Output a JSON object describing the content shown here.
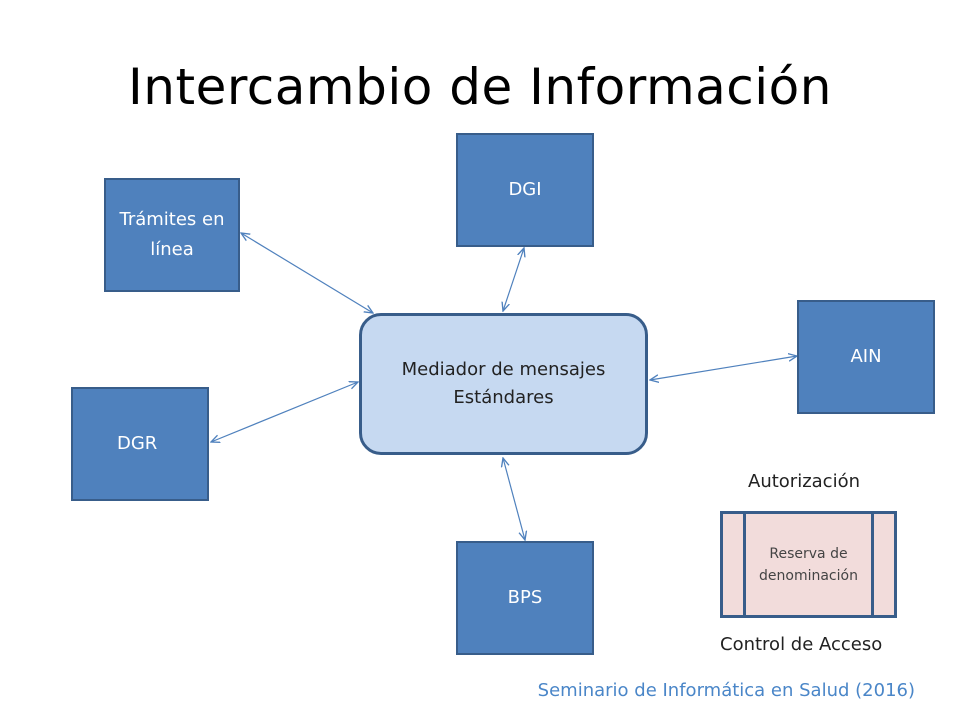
{
  "title": "Intercambio de Información",
  "hub": {
    "line1": "Mediador de mensajes",
    "line2": "Estándares"
  },
  "nodes": {
    "tramites": {
      "line1": "Trámites en",
      "line2": "línea"
    },
    "dgi": "DGI",
    "ain": "AIN",
    "dgr": "DGR",
    "bps": "BPS"
  },
  "process": {
    "top_label": "Autorización",
    "line1": "Reserva de",
    "line2": "denominación",
    "bottom_label": "Control de Acceso"
  },
  "footer": "Seminario de Informática en Salud (2016)",
  "colors": {
    "node_fill": "#4f81bd",
    "node_border": "#385d8a",
    "hub_fill": "#c6d9f1",
    "process_fill": "#f2dcdb",
    "connector": "#4f81bd",
    "footer_text": "#4a86c8"
  }
}
